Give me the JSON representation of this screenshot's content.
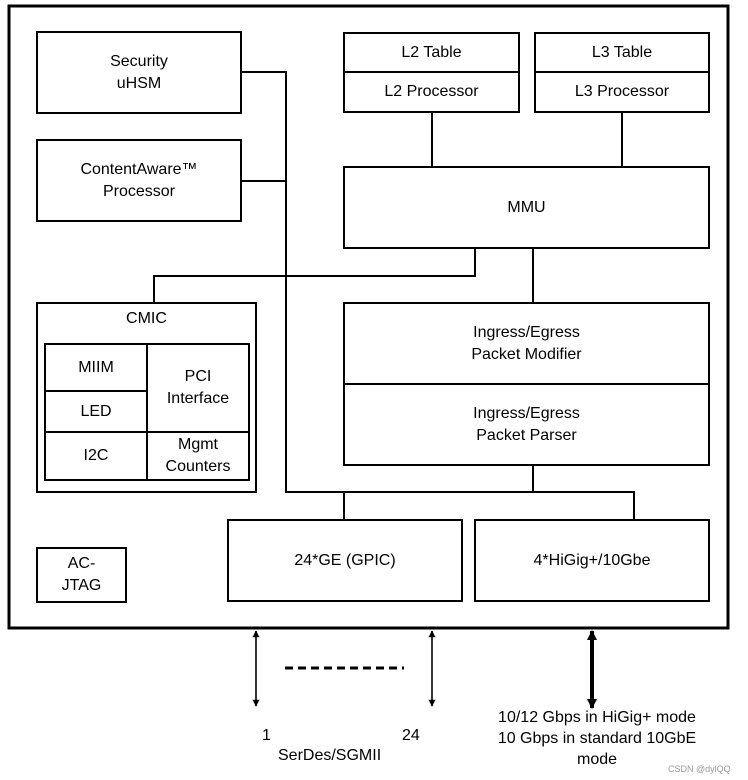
{
  "blocks": {
    "security": [
      "Security",
      "uHSM"
    ],
    "contentaware": [
      "ContentAware™",
      "Processor"
    ],
    "l2_table": "L2 Table",
    "l2_processor": "L2 Processor",
    "l3_table": "L3 Table",
    "l3_processor": "L3 Processor",
    "mmu": "MMU",
    "cmic": "CMIC",
    "miim": "MIIM",
    "led": "LED",
    "i2c": "I2C",
    "pci": [
      "PCI",
      "Interface"
    ],
    "mgmt": [
      "Mgmt",
      "Counters"
    ],
    "modifier": [
      "Ingress/Egress",
      "Packet Modifier"
    ],
    "parser": [
      "Ingress/Egress",
      "Packet Parser"
    ],
    "ac_jtag": [
      "AC-",
      "JTAG"
    ],
    "gpic": "24*GE (GPIC)",
    "higig": "4*HiGig+/10Gbe"
  },
  "bottom": {
    "port_first": "1",
    "port_last": "24",
    "serdes": "SerDes/SGMII",
    "higig_note": [
      "10/12 Gbps in HiGig+ mode",
      "10 Gbps in standard 10GbE",
      "mode"
    ]
  },
  "watermark": "CSDN @dylQQ"
}
